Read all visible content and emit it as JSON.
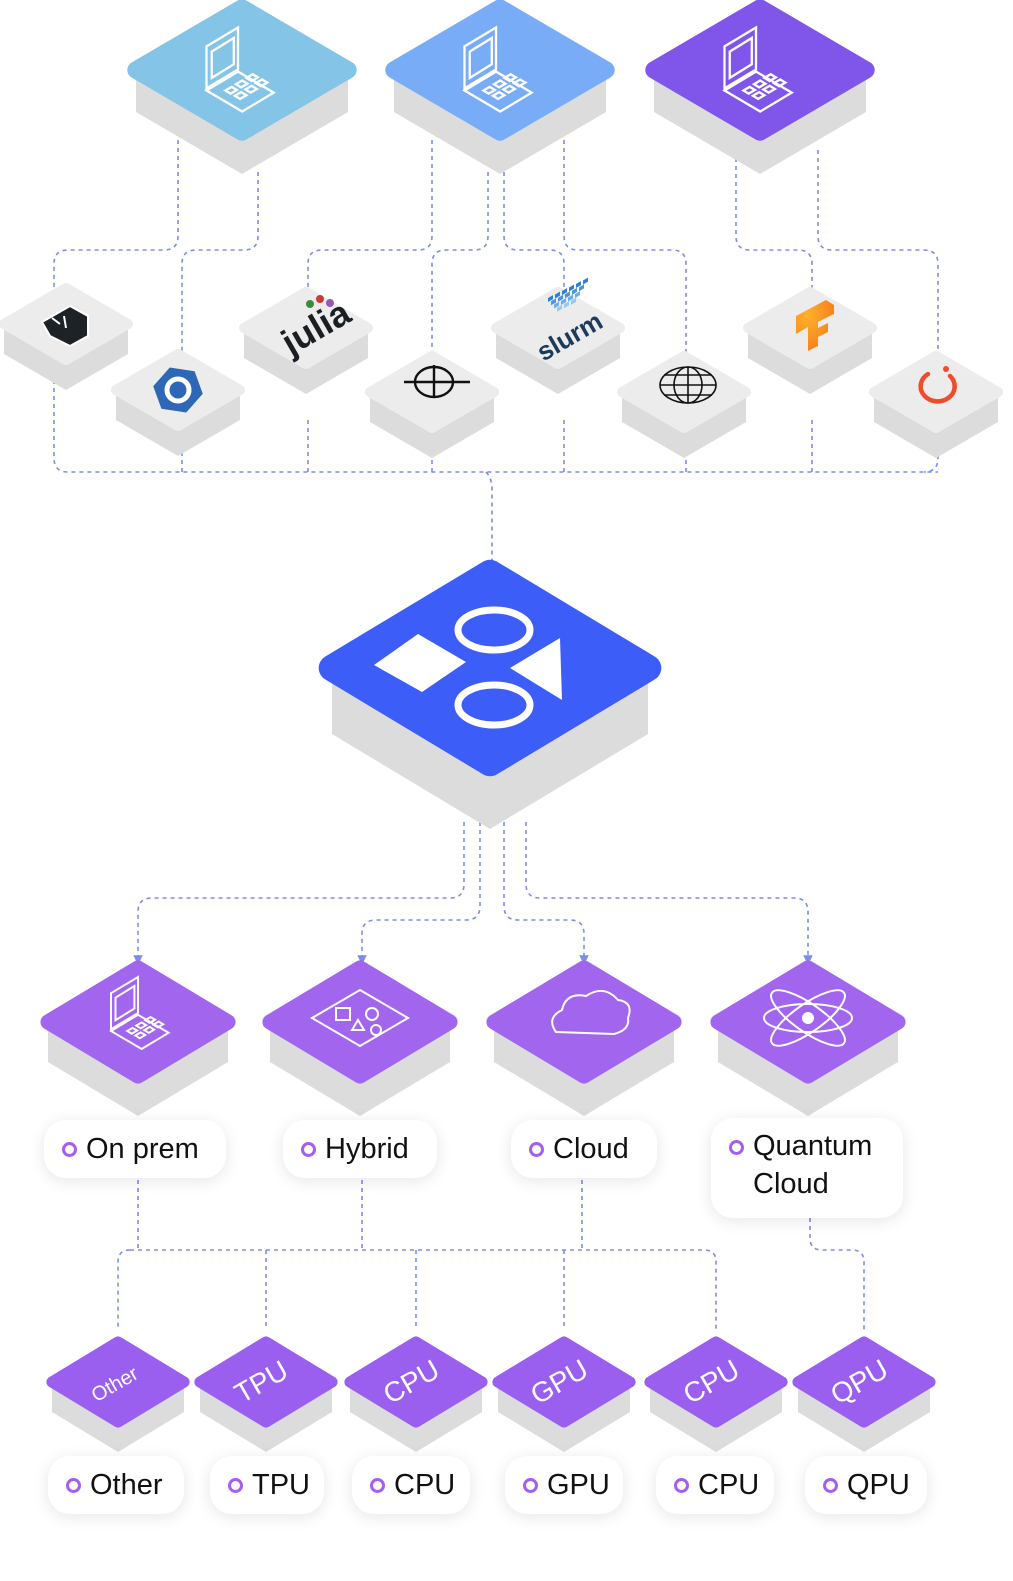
{
  "colors": {
    "client_1": "#84c4e6",
    "client_2": "#79acf6",
    "client_3": "#8056ea",
    "hub": "#3d5df8",
    "env": "#a265ed",
    "hw": "#9b5ff0",
    "connector": "#7b8de8",
    "platform_top": "#ececec",
    "platform_side": "#dcdcdc"
  },
  "clients": [
    {
      "name": "laptop-workstation",
      "icon": "laptop-icon",
      "color": "#84c4e6"
    },
    {
      "name": "laptop-workstation",
      "icon": "laptop-icon",
      "color": "#79acf6"
    },
    {
      "name": "laptop-workstation",
      "icon": "laptop-icon",
      "color": "#8056ea"
    }
  ],
  "tools": [
    {
      "icon": "bash-terminal-icon"
    },
    {
      "icon": "cpp-icon"
    },
    {
      "icon": "julia-logo-icon",
      "text": "julia"
    },
    {
      "icon": "crosshair-circle-icon"
    },
    {
      "icon": "slurm-logo-icon",
      "text": "slurm"
    },
    {
      "icon": "globe-icon"
    },
    {
      "icon": "tensorflow-icon"
    },
    {
      "icon": "pytorch-icon"
    }
  ],
  "hub": {
    "icon": "shapes-logo-icon"
  },
  "environments": [
    {
      "label": "On prem",
      "icon": "laptop-icon"
    },
    {
      "label": "Hybrid",
      "icon": "chip-board-icon"
    },
    {
      "label": "Cloud",
      "icon": "cloud-icon"
    },
    {
      "label": "Quantum\nCloud",
      "icon": "atom-icon"
    }
  ],
  "hardware": [
    {
      "tile": "Other",
      "label": "Other"
    },
    {
      "tile": "TPU",
      "label": "TPU"
    },
    {
      "tile": "CPU",
      "label": "CPU"
    },
    {
      "tile": "GPU",
      "label": "GPU"
    },
    {
      "tile": "CPU",
      "label": "CPU"
    },
    {
      "tile": "QPU",
      "label": "QPU"
    }
  ]
}
